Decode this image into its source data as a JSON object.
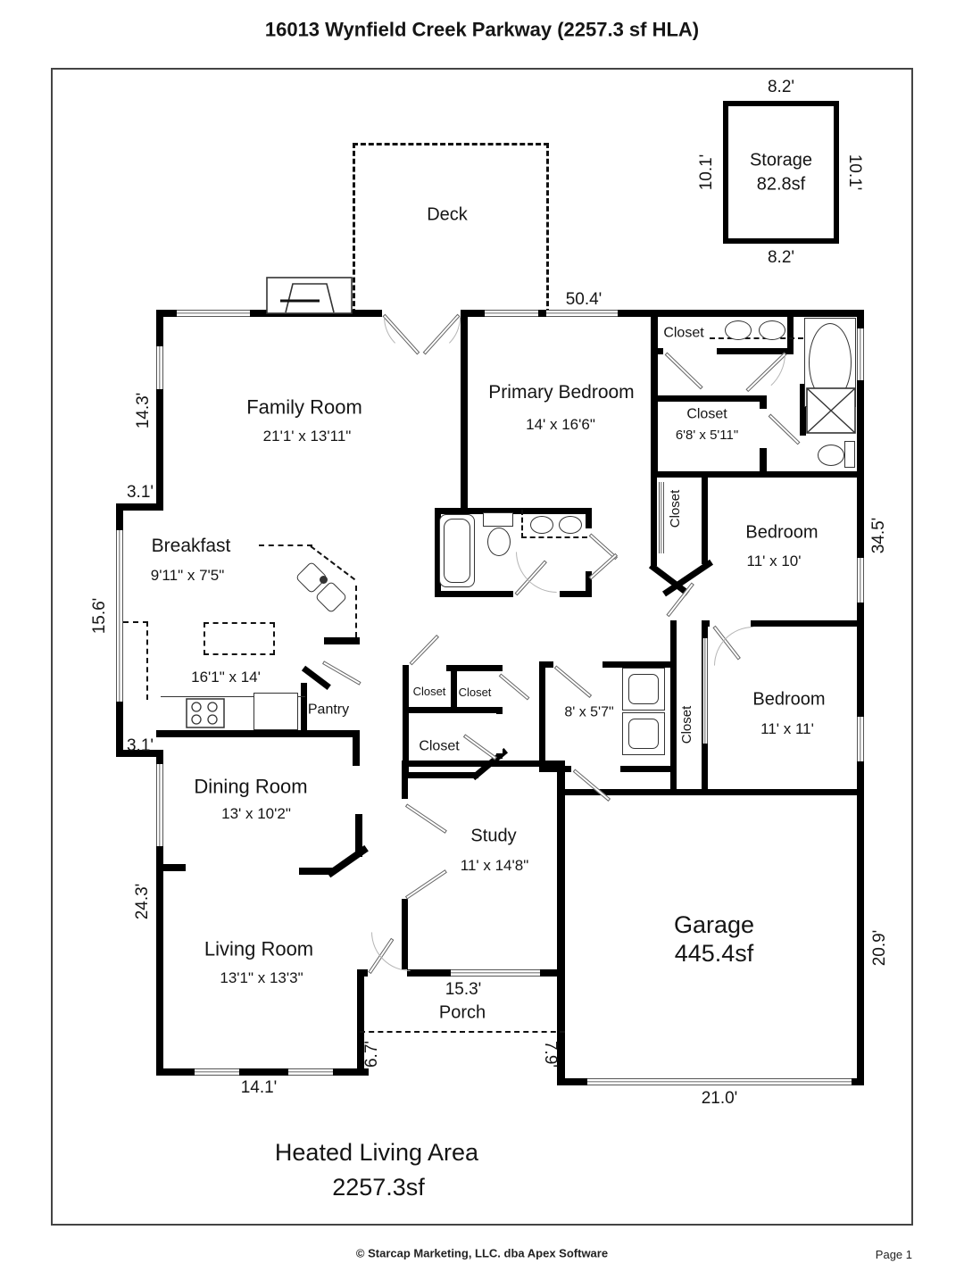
{
  "title": "16013 Wynfield Creek Parkway (2257.3 sf HLA)",
  "storage": {
    "name": "Storage",
    "area": "82.8sf",
    "dim_top": "8.2'",
    "dim_bottom": "8.2'",
    "dim_left": "10.1'",
    "dim_right": "10.1'"
  },
  "dims": {
    "top": "50.4'",
    "left_upper": "14.3'",
    "left_jog_top": "3.1'",
    "left_mid": "15.6'",
    "left_jog_bottom": "3.1'",
    "left_lower": "24.3'",
    "right_upper": "34.5'",
    "right_lower": "20.9'",
    "living_bottom": "14.1'",
    "porch_width": "15.3'",
    "porch_left": "6.7'",
    "garage_left": "7.9'",
    "garage_bottom": "21.0'"
  },
  "rooms": {
    "deck": {
      "name": "Deck"
    },
    "family": {
      "name": "Family Room",
      "size": "21'1' x 13'11\""
    },
    "primary": {
      "name": "Primary Bedroom",
      "size": "14' x 16'6\""
    },
    "closet_top": {
      "name": "Closet"
    },
    "closet_primary": {
      "name": "Closet",
      "size": "6'8' x 5'11\""
    },
    "closet_hall": {
      "name": "Closet"
    },
    "bedroom_upper": {
      "name": "Bedroom",
      "size": "11' x 10'"
    },
    "bedroom_lower": {
      "name": "Bedroom",
      "size": "11' x 11'"
    },
    "closet_bedroom_lower": {
      "name": "Closet"
    },
    "breakfast": {
      "name": "Breakfast",
      "size": "9'11\" x 7'5\""
    },
    "kitchen": {
      "size": "16'1\" x 14'"
    },
    "pantry": {
      "name": "Pantry"
    },
    "closet_hall_a": {
      "name": "Closet"
    },
    "closet_hall_b": {
      "name": "Closet"
    },
    "closet_hall_c": {
      "name": "Closet"
    },
    "laundry": {
      "size": "8' x 5'7\""
    },
    "dining": {
      "name": "Dining Room",
      "size": "13' x 10'2\""
    },
    "study": {
      "name": "Study",
      "size": "11' x 14'8\""
    },
    "garage": {
      "name": "Garage",
      "area": "445.4sf"
    },
    "living": {
      "name": "Living Room",
      "size": "13'1\" x 13'3\""
    },
    "porch": {
      "name": "Porch"
    }
  },
  "summary": {
    "line1": "Heated Living Area",
    "line2": "2257.3sf"
  },
  "footer": {
    "copyright": "© Starcap Marketing, LLC. dba Apex Software",
    "page": "Page 1"
  },
  "colors": {
    "wall": "#000000",
    "text": "#151515",
    "dashed": "#111111"
  }
}
